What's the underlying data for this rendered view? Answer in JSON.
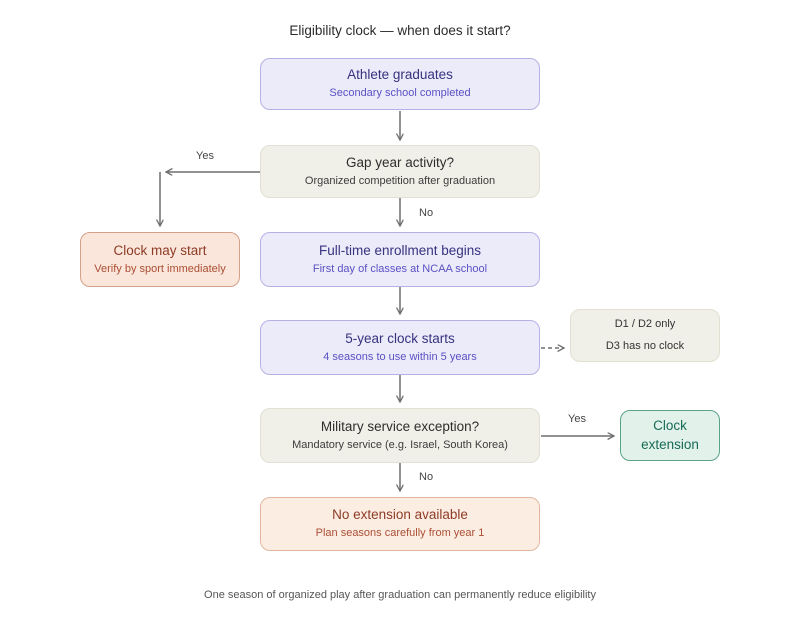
{
  "title": "Eligibility clock — when does it start?",
  "footer": "One season of organized play after graduation can permanently reduce eligibility",
  "nodes": {
    "athlete": {
      "title": "Athlete graduates",
      "subtitle": "Secondary school completed"
    },
    "gap_year": {
      "title": "Gap year activity?",
      "subtitle": "Organized competition after graduation"
    },
    "clock_may_start": {
      "title": "Clock may start",
      "subtitle": "Verify by sport immediately"
    },
    "enrollment": {
      "title": "Full-time enrollment begins",
      "subtitle": "First day of classes at NCAA school"
    },
    "five_year_clock": {
      "title": "5-year clock starts",
      "subtitle": "4 seasons to use within 5 years"
    },
    "division_note": {
      "line1": "D1 / D2 only",
      "line2": "D3 has no clock"
    },
    "military": {
      "title": "Military service exception?",
      "subtitle": "Mandatory service (e.g. Israel, South Korea)"
    },
    "clock_extension": {
      "title": "Clock extension"
    },
    "no_extension": {
      "title": "No extension available",
      "subtitle": "Plan seasons carefully from year 1"
    }
  },
  "edge_labels": {
    "gap_yes": "Yes",
    "gap_no": "No",
    "military_yes": "Yes",
    "military_no": "No"
  },
  "colors": {
    "process_fill": "#ecebfa",
    "process_border": "#b6b0e5",
    "process_text": "#38327f",
    "decision_fill": "#f0efe8",
    "warning_fill": "#fae6da",
    "warning_text": "#8e3b26",
    "success_fill": "#e2f2ea",
    "success_border": "#5aa389",
    "success_text": "#176a57",
    "edge_stroke": "#6e6e6e"
  }
}
